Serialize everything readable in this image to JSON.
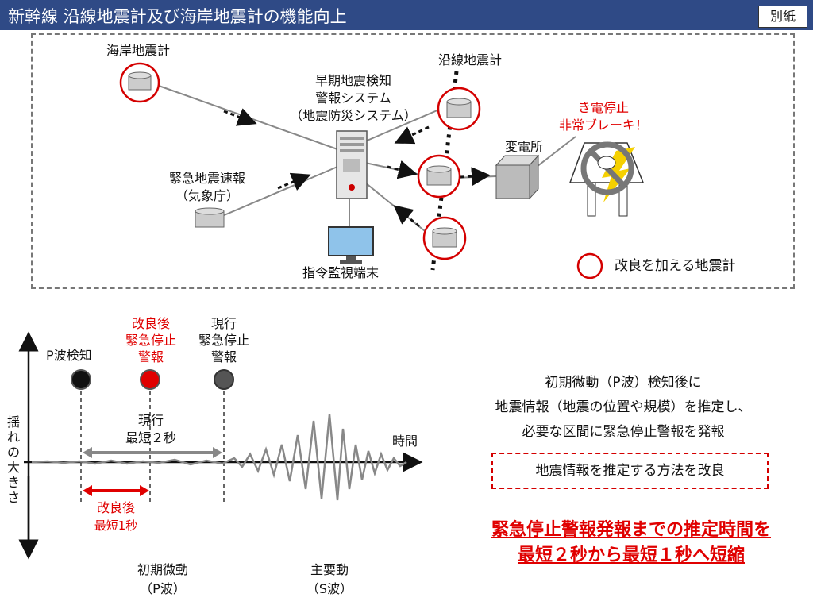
{
  "header": {
    "title": "新幹線 沿線地震計及び海岸地震計の機能向上",
    "tag": "別紙"
  },
  "diagram": {
    "coastal_seismometer": "海岸地震計",
    "central_system": [
      "早期地震検知",
      "警報システム",
      "（地震防災システム）"
    ],
    "trackside_seismometer": "沿線地震計",
    "eew": [
      "緊急地震速報",
      "（気象庁）"
    ],
    "terminal": "指令監視端末",
    "substation": "変電所",
    "stop_message": [
      "き電停止",
      "非常ブレーキ！"
    ],
    "legend": "改良を加える地震計"
  },
  "timeline": {
    "p_detect": "P波検知",
    "improved_alarm": [
      "改良後",
      "緊急停止",
      "警報"
    ],
    "current_alarm": [
      "現行",
      "緊急停止",
      "警報"
    ],
    "current_span": [
      "現行",
      "最短２秒"
    ],
    "improved_span": [
      "改良後",
      "最短1秒"
    ],
    "y_axis": [
      "揺",
      "れ",
      "の",
      "大",
      "き",
      "さ"
    ],
    "x_axis": "時間",
    "p_wave": [
      "初期微動",
      "（P波）"
    ],
    "s_wave": [
      "主要動",
      "（S波）"
    ]
  },
  "explanation": [
    "初期微動（P波）検知後に",
    "地震情報（地震の位置や規模）を推定し、",
    "必要な区間に緊急停止警報を発報"
  ],
  "method_box": "地震情報を推定する方法を改良",
  "conclusion": [
    "緊急停止警報発報までの推定時間を",
    "最短２秒から最短１秒へ短縮"
  ],
  "colors": {
    "header": "#2f4a86",
    "highlight": "#e00000",
    "arrow_gray": "#888888"
  }
}
